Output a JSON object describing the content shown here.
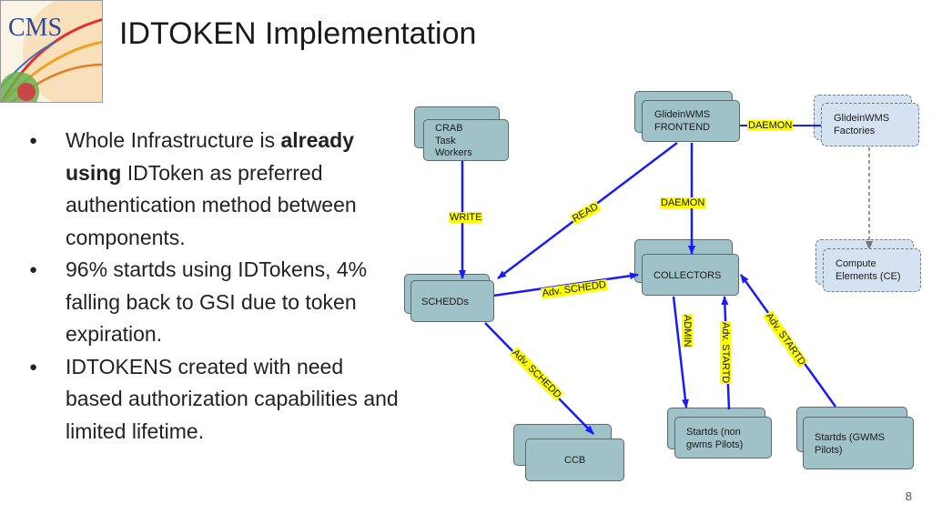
{
  "header": {
    "logo_text": "CMS",
    "title": "IDTOKEN Implementation"
  },
  "bullets": [
    {
      "pre": "Whole Infrastructure is ",
      "bold": "already using",
      "post": " IDToken as  preferred authentication method between components."
    },
    {
      "text": "96% startds  using IDTokens, 4% falling back to GSI due to token expiration."
    },
    {
      "text": "IDTOKENS created with need based authorization capabilities and limited lifetime."
    }
  ],
  "diagram": {
    "nodes": {
      "crab": "CRAB\nTask\nWorkers",
      "frontend": "GlideinWMS\nFRONTEND",
      "factories": "GlideinWMS\nFactories",
      "collectors": "COLLECTORS",
      "compute": "Compute\nElements (CE)",
      "schedds": "SCHEDDs",
      "ccb": "CCB",
      "startds_non": "Startds (non\ngwms Pilots)",
      "startds_gwms": "Startds (GWMS\nPilots)"
    },
    "edge_labels": {
      "daemon_top": "DAEMON",
      "daemon_mid": "DAEMON",
      "write": "WRITE",
      "read": "READ",
      "adv_schedd_1": "Adv. SCHEDD",
      "adv_schedd_2": "Adv. SCHEDD",
      "admin": "ADMIN",
      "adv_startd_1": "Adv. STARTD",
      "adv_startd_2": "Adv. STARTD"
    }
  },
  "footer": {
    "page_number": "8"
  },
  "colors": {
    "node_fill": "#9fc1c8",
    "dashed_fill": "#d4e2f2",
    "arrow": "#1a1aff",
    "tag": "#ffff00"
  }
}
